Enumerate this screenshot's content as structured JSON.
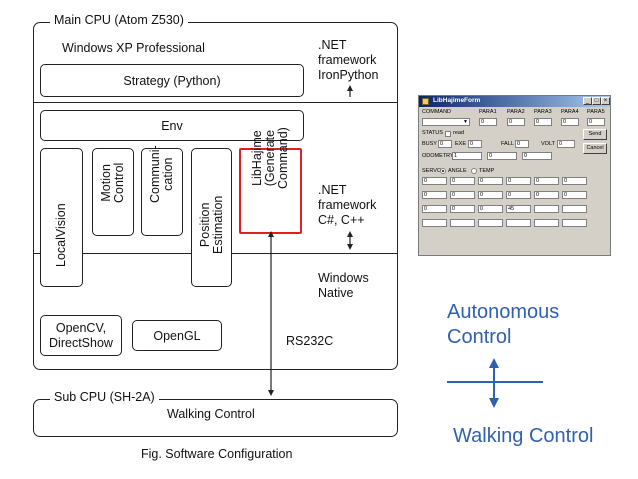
{
  "diagram": {
    "main_cpu_label": "Main CPU (Atom Z530)",
    "windows_xp_label": "Windows XP Professional",
    "strategy_label": "Strategy (Python)",
    "env_label": "Env",
    "modules": [
      {
        "label": "LocalVision"
      },
      {
        "label": "Motion\nControl"
      },
      {
        "label": "Communi-\ncation"
      },
      {
        "label": "Position\nEstimation"
      },
      {
        "label": "LibHajime\n(Generate\nCommand)"
      }
    ],
    "opencv_label": "OpenCV,\nDirectShow",
    "opengl_label": "OpenGL",
    "rs232c_label": "RS232C",
    "net_framework_ironpython": ".NET\nframework\nIronPython",
    "net_framework_csharp": ".NET\nframework\nC#, C++",
    "windows_native": "Windows\nNative",
    "sub_cpu_label": "Sub CPU (SH-2A)",
    "walking_control_label": "Walking Control",
    "caption": "Fig. Software Configuration",
    "autonomous_control": "Autonomous\nControl",
    "walking_control_right": "Walking Control",
    "highlight_color": "#e02020",
    "accent_color": "#3060b0"
  },
  "form": {
    "title": "LibHajimeForm",
    "title_icon": "app-icon",
    "command_label": "COMMAND",
    "para_labels": [
      "PARA1",
      "PARA2",
      "PARA3",
      "PARA4",
      "PARA5"
    ],
    "para_values": [
      "0",
      "0",
      "0",
      "0",
      "0"
    ],
    "send_label": "Send",
    "cancel_label": "Cancel",
    "status_label": "STATUS",
    "read_label": "read",
    "busy_label": "BUSY",
    "busy_value": "0",
    "exe_label": "EXE",
    "exe_value": "0",
    "fall_label": "FALL",
    "fall_value": "0",
    "volt_label": "VOLT",
    "volt_value": "0",
    "odometry_label": "ODOMETRY",
    "odometry_values": [
      "1",
      "0",
      "0"
    ],
    "servo_label": "SERVO",
    "angle_label": "ANGLE",
    "temp_label": "TEMP",
    "servo_grid": [
      [
        "0",
        "0",
        "0",
        "0",
        "0",
        "0"
      ],
      [
        "0",
        "0",
        "0",
        "0",
        "0",
        "0"
      ],
      [
        "0",
        "0",
        "0",
        "45",
        "",
        ""
      ],
      [
        "",
        "",
        "",
        "",
        "",
        ""
      ]
    ],
    "minimize": "_",
    "maximize": "□",
    "close": "×"
  }
}
